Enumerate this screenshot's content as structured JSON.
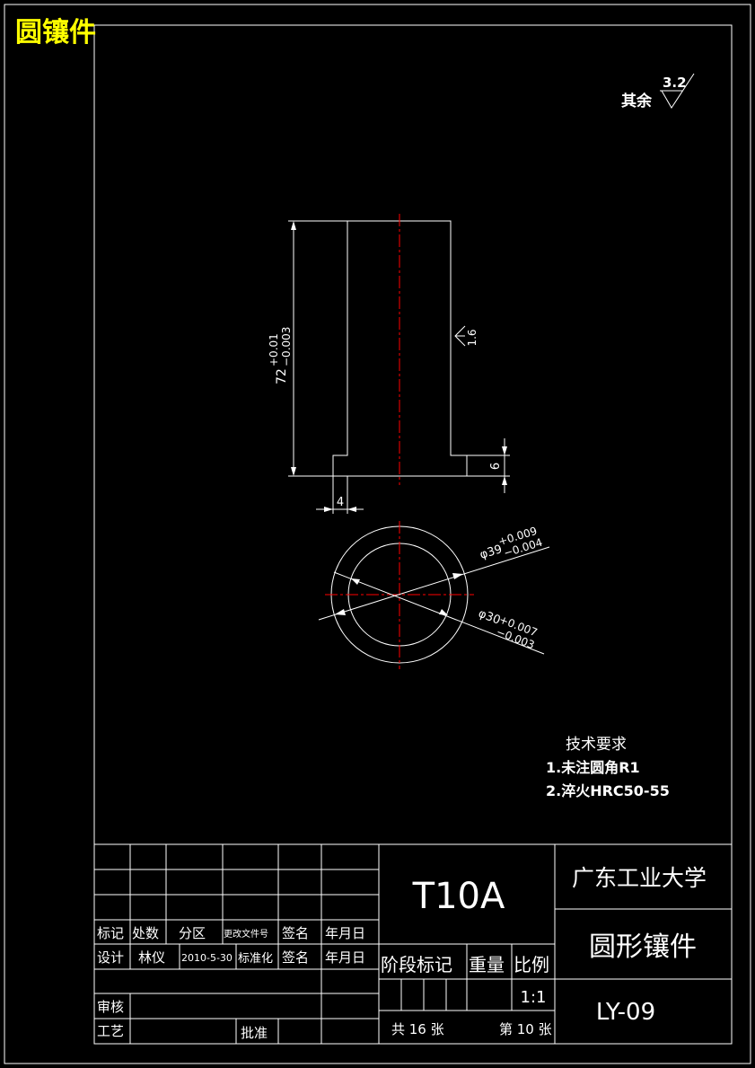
{
  "header": {
    "title": "圆镶件"
  },
  "roughness": {
    "label": "其余",
    "value": "3.2",
    "face_value": "1.6"
  },
  "dimensions": {
    "length": "72",
    "length_upper": "+0.01",
    "length_lower": "−0.003",
    "flange_height": "6",
    "flange_width": "4",
    "outer_dia": "φ39",
    "outer_dia_upper": "+0.009",
    "outer_dia_lower": "−0.004",
    "inner_dia": "φ30",
    "inner_dia_upper": "+0.007",
    "inner_dia_lower": "−0.003"
  },
  "requirements": {
    "heading": "技术要求",
    "items": [
      "1.未注圆角R1",
      "2.淬火HRC50-55"
    ]
  },
  "title_block": {
    "material": "T10A",
    "school": "广东工业大学",
    "part_name": "圆形镶件",
    "drawing_no": "LY-09",
    "row_labels": [
      "标记",
      "处数",
      "分区",
      "更改文件号",
      "签名",
      "年月日"
    ],
    "design_label": "设计",
    "designer": "林仪",
    "date": "2010-5-30",
    "standard_label": "标准化",
    "sign_label": "签名",
    "date_label": "年月日",
    "review_label": "审核",
    "process_label": "工艺",
    "approve_label": "批准",
    "stage_label": "阶段标记",
    "weight_label": "重量",
    "scale_label": "比例",
    "scale": "1:1",
    "sheets_total": "共 16 张",
    "sheet_no": "第 10 张"
  },
  "colors": {
    "line": "#ffffff",
    "centerline": "#ff0000",
    "title": "#ffff00",
    "background": "#000000"
  }
}
